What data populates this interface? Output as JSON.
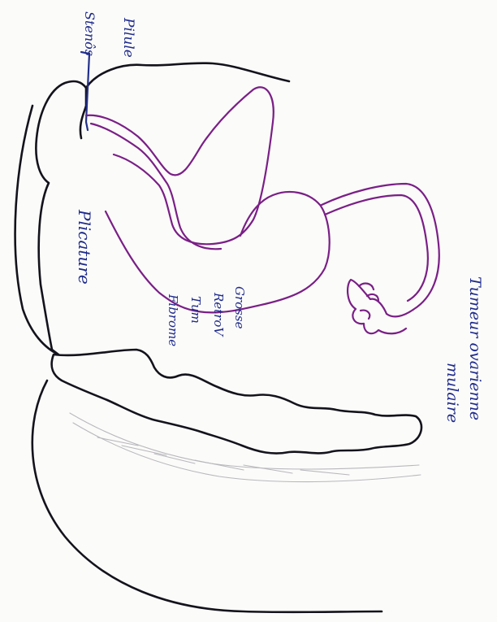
{
  "diagram": {
    "ink": {
      "dark": "#14121c",
      "uterus": "#7a1f86",
      "labels": "#1e2a8c",
      "pale": "#b9b7bd"
    },
    "labels": {
      "pilule": "Pilule",
      "stenose": "Stenôs",
      "plicature": "Plicature",
      "grossesse": [
        "Grosse",
        "RetroV",
        "Tum",
        "Fibrome"
      ],
      "tumeur": [
        "Tumeur ovarienne",
        "mulaire"
      ]
    }
  }
}
